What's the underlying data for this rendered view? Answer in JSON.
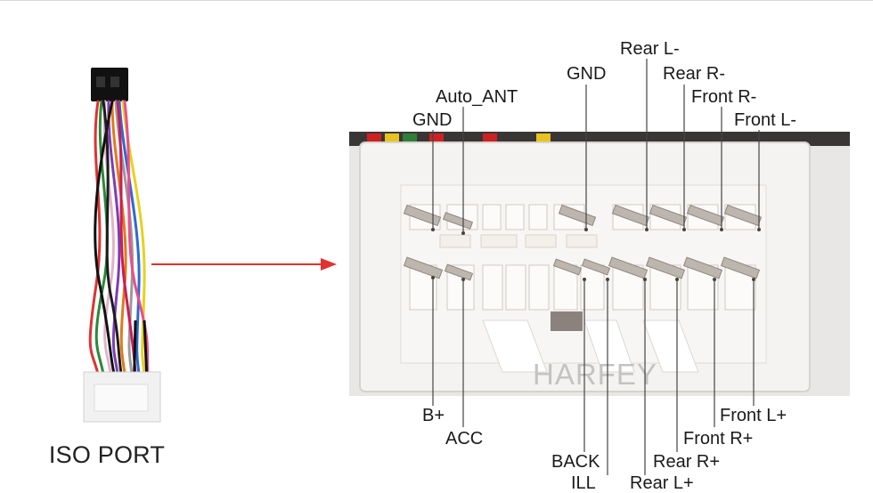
{
  "harness": {
    "title": "ISO PORT"
  },
  "connector": {
    "watermark": "HARFEY"
  },
  "top_labels": {
    "gnd_left": "GND",
    "auto_ant": "Auto_ANT",
    "gnd_mid": "GND",
    "rear_l_minus": "Rear L-",
    "rear_r_minus": "Rear R-",
    "front_r_minus": "Front R-",
    "front_l_minus": "Front L-"
  },
  "bottom_labels": {
    "b_plus": "B+",
    "acc": "ACC",
    "back": "BACK",
    "ill": "ILL",
    "rear_l_plus": "Rear L+",
    "rear_r_plus": "Rear R+",
    "front_r_plus": "Front R+",
    "front_l_plus": "Front L+"
  },
  "colors": {
    "arrow": "#e0322f",
    "leader": "#444444",
    "connector_body": "#eeeceb"
  }
}
